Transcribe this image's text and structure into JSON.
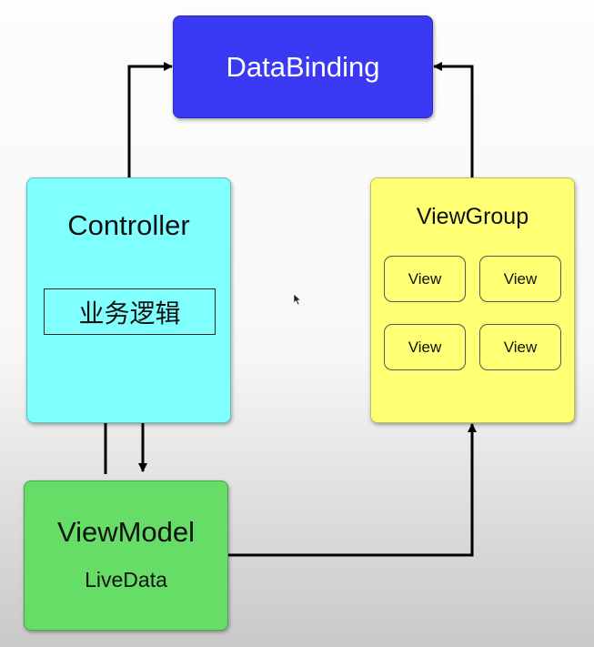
{
  "nodes": {
    "databinding": {
      "label": "DataBinding"
    },
    "controller": {
      "label": "Controller",
      "inner_label": "业务逻辑"
    },
    "viewgroup": {
      "label": "ViewGroup",
      "views": [
        "View",
        "View",
        "View",
        "View"
      ]
    },
    "viewmodel": {
      "label": "ViewModel",
      "sublabel": "LiveData"
    }
  },
  "edges": [
    {
      "from": "controller",
      "to": "databinding"
    },
    {
      "from": "viewgroup",
      "to": "databinding"
    },
    {
      "from": "viewmodel",
      "to": "controller"
    },
    {
      "from": "controller",
      "to": "viewmodel"
    },
    {
      "from": "viewmodel",
      "to": "viewgroup"
    }
  ],
  "colors": {
    "databinding": "#3a3af5",
    "controller": "#80ffff",
    "viewgroup": "#ffff73",
    "viewmodel": "#66dd66",
    "arrow": "#000000"
  }
}
